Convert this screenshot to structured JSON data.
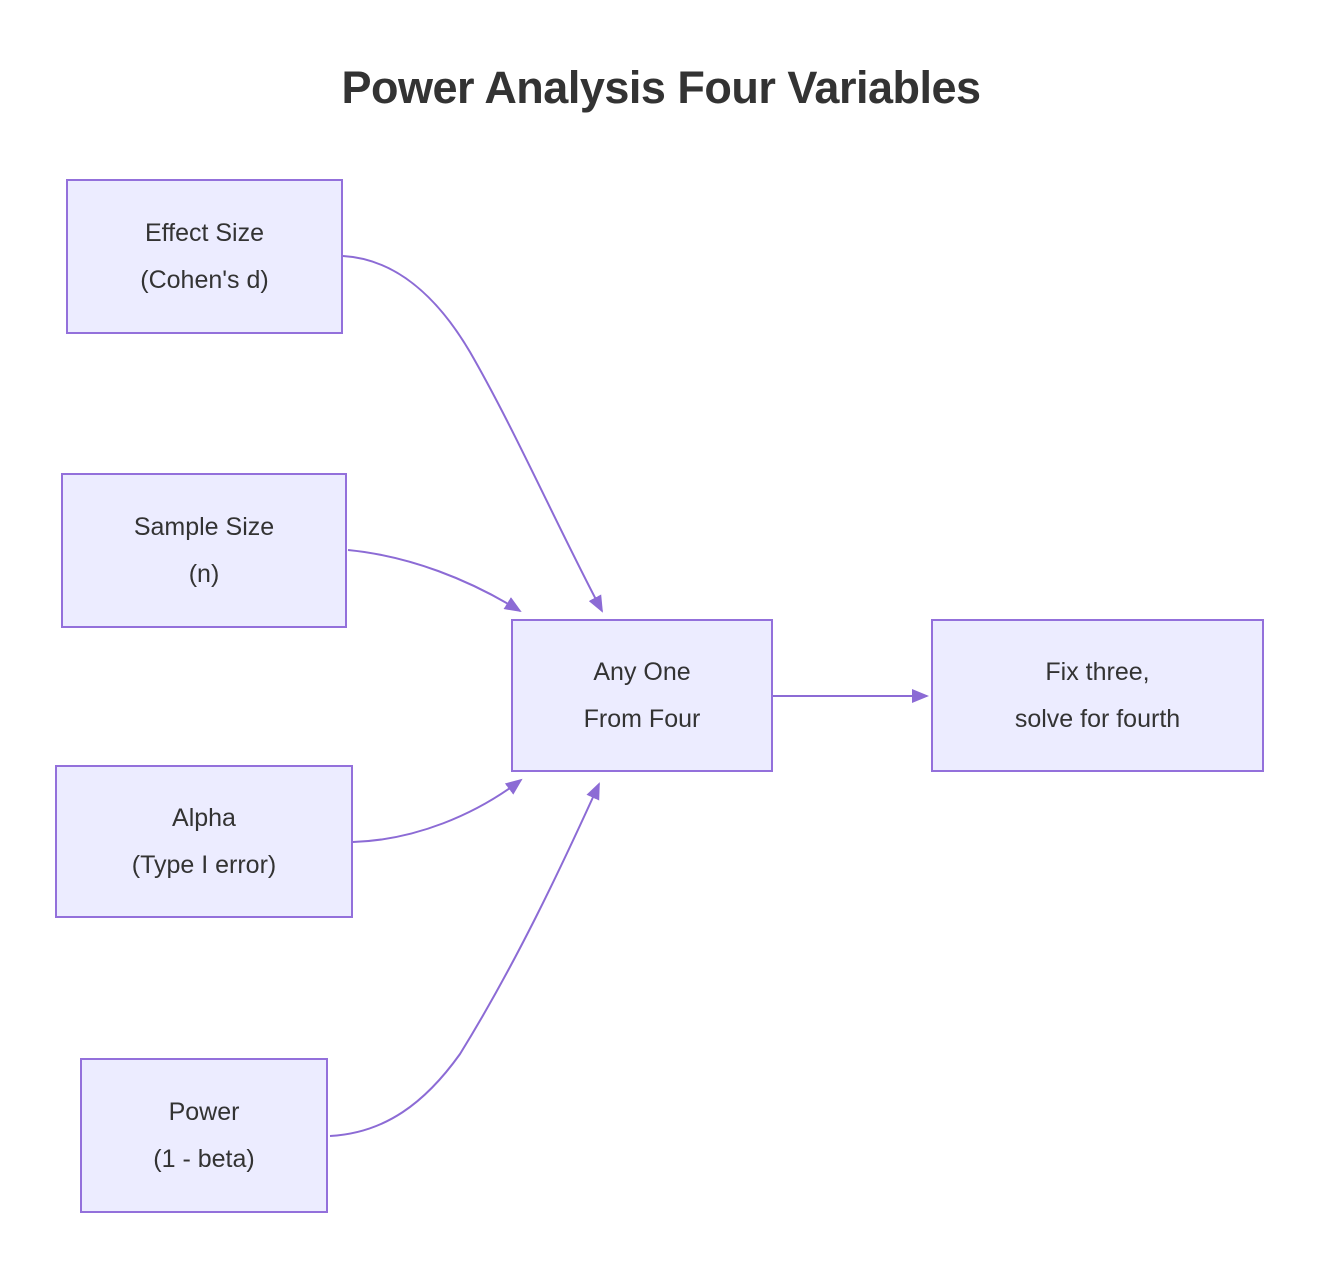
{
  "title": "Power Analysis Four Variables",
  "colors": {
    "background": "#FFFFFF",
    "node_fill": "#ECECFF",
    "node_border": "#9370DB",
    "edge": "#8C6BD5",
    "text": "#333333"
  },
  "nodes": [
    {
      "id": "effect-size",
      "line1": "Effect Size",
      "line2": "(Cohen's d)"
    },
    {
      "id": "sample-size",
      "line1": "Sample Size",
      "line2": "(n)"
    },
    {
      "id": "alpha",
      "line1": "Alpha",
      "line2": "(Type I error)"
    },
    {
      "id": "power",
      "line1": "Power",
      "line2": "(1 - beta)"
    },
    {
      "id": "hub",
      "line1": "Any One",
      "line2": "From Four"
    },
    {
      "id": "result",
      "line1": "Fix three,",
      "line2": "solve for fourth"
    }
  ],
  "edges": [
    {
      "from": "effect-size",
      "to": "hub"
    },
    {
      "from": "sample-size",
      "to": "hub"
    },
    {
      "from": "alpha",
      "to": "hub"
    },
    {
      "from": "power",
      "to": "hub"
    },
    {
      "from": "hub",
      "to": "result"
    }
  ]
}
